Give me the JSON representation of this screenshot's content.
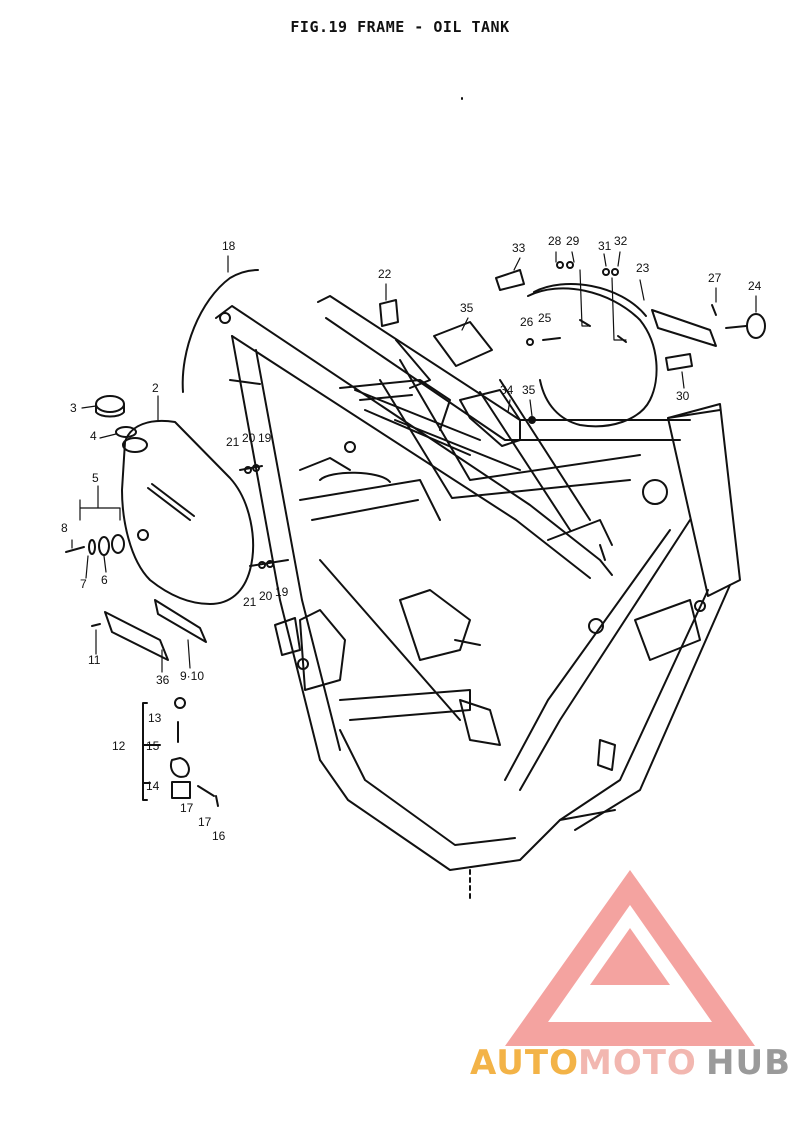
{
  "figure": {
    "title": "FIG.19  FRAME - OIL TANK"
  },
  "callouts": [
    {
      "id": "c18",
      "text": "18"
    },
    {
      "id": "c2",
      "text": "2"
    },
    {
      "id": "c3",
      "text": "3"
    },
    {
      "id": "c4",
      "text": "4"
    },
    {
      "id": "c5",
      "text": "5"
    },
    {
      "id": "c8",
      "text": "8"
    },
    {
      "id": "c7",
      "text": "7"
    },
    {
      "id": "c6",
      "text": "6"
    },
    {
      "id": "c21a",
      "text": "21"
    },
    {
      "id": "c20a",
      "text": "20"
    },
    {
      "id": "c19a",
      "text": "19"
    },
    {
      "id": "c21b",
      "text": "21"
    },
    {
      "id": "c20b",
      "text": "20"
    },
    {
      "id": "c19b",
      "text": "19"
    },
    {
      "id": "c11",
      "text": "11"
    },
    {
      "id": "c36",
      "text": "36"
    },
    {
      "id": "c910",
      "text": "9·10"
    },
    {
      "id": "c12",
      "text": "12"
    },
    {
      "id": "c13",
      "text": "13"
    },
    {
      "id": "c15",
      "text": "15"
    },
    {
      "id": "c14",
      "text": "14"
    },
    {
      "id": "c17a",
      "text": "17"
    },
    {
      "id": "c17b",
      "text": "17"
    },
    {
      "id": "c16",
      "text": "16"
    },
    {
      "id": "c22",
      "text": "22"
    },
    {
      "id": "c35a",
      "text": "35"
    },
    {
      "id": "c33",
      "text": "33"
    },
    {
      "id": "c28",
      "text": "28"
    },
    {
      "id": "c29",
      "text": "29"
    },
    {
      "id": "c31",
      "text": "31"
    },
    {
      "id": "c32",
      "text": "32"
    },
    {
      "id": "c23",
      "text": "23"
    },
    {
      "id": "c27",
      "text": "27"
    },
    {
      "id": "c24",
      "text": "24"
    },
    {
      "id": "c26",
      "text": "26"
    },
    {
      "id": "c25",
      "text": "25"
    },
    {
      "id": "c34",
      "text": "34"
    },
    {
      "id": "c35b",
      "text": "35"
    },
    {
      "id": "c30",
      "text": "30"
    }
  ],
  "watermark": {
    "auto": "AUTO",
    "moto": "MOTO",
    "hub": "HUB",
    "colors": {
      "auto": "#f3b347",
      "moto": "#f2b7b0",
      "hub": "#9a9a9a",
      "logo": "#f4a3a0"
    }
  }
}
